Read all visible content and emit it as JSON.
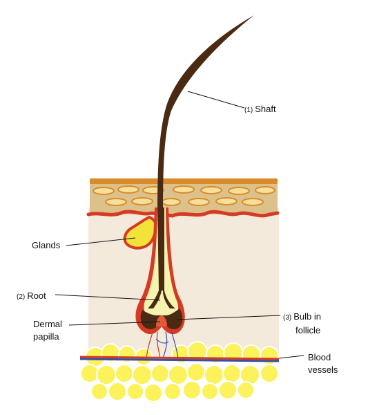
{
  "labels": {
    "shaft": {
      "number": "(1)",
      "text": "Shaft"
    },
    "glands": {
      "text": "Glands"
    },
    "root": {
      "number": "(2)",
      "text": "Root"
    },
    "dermal_papilla": {
      "line1": "Dermal",
      "line2": "papilla"
    },
    "bulb": {
      "number": "(3)",
      "line1": "Bulb in",
      "line2": "follicle"
    },
    "blood_vessels": {
      "line1": "Blood",
      "line2": "vessels"
    }
  },
  "colors": {
    "hair": "#4a2a12",
    "epidermis_top": "#d98a2b",
    "epidermis": "#dcc28a",
    "dermis": "#f4eadb",
    "follicle_red": "#d43a24",
    "gland": "#f2e23a",
    "fat": "#fbf25c",
    "inner_root": "#f6f3b0"
  }
}
